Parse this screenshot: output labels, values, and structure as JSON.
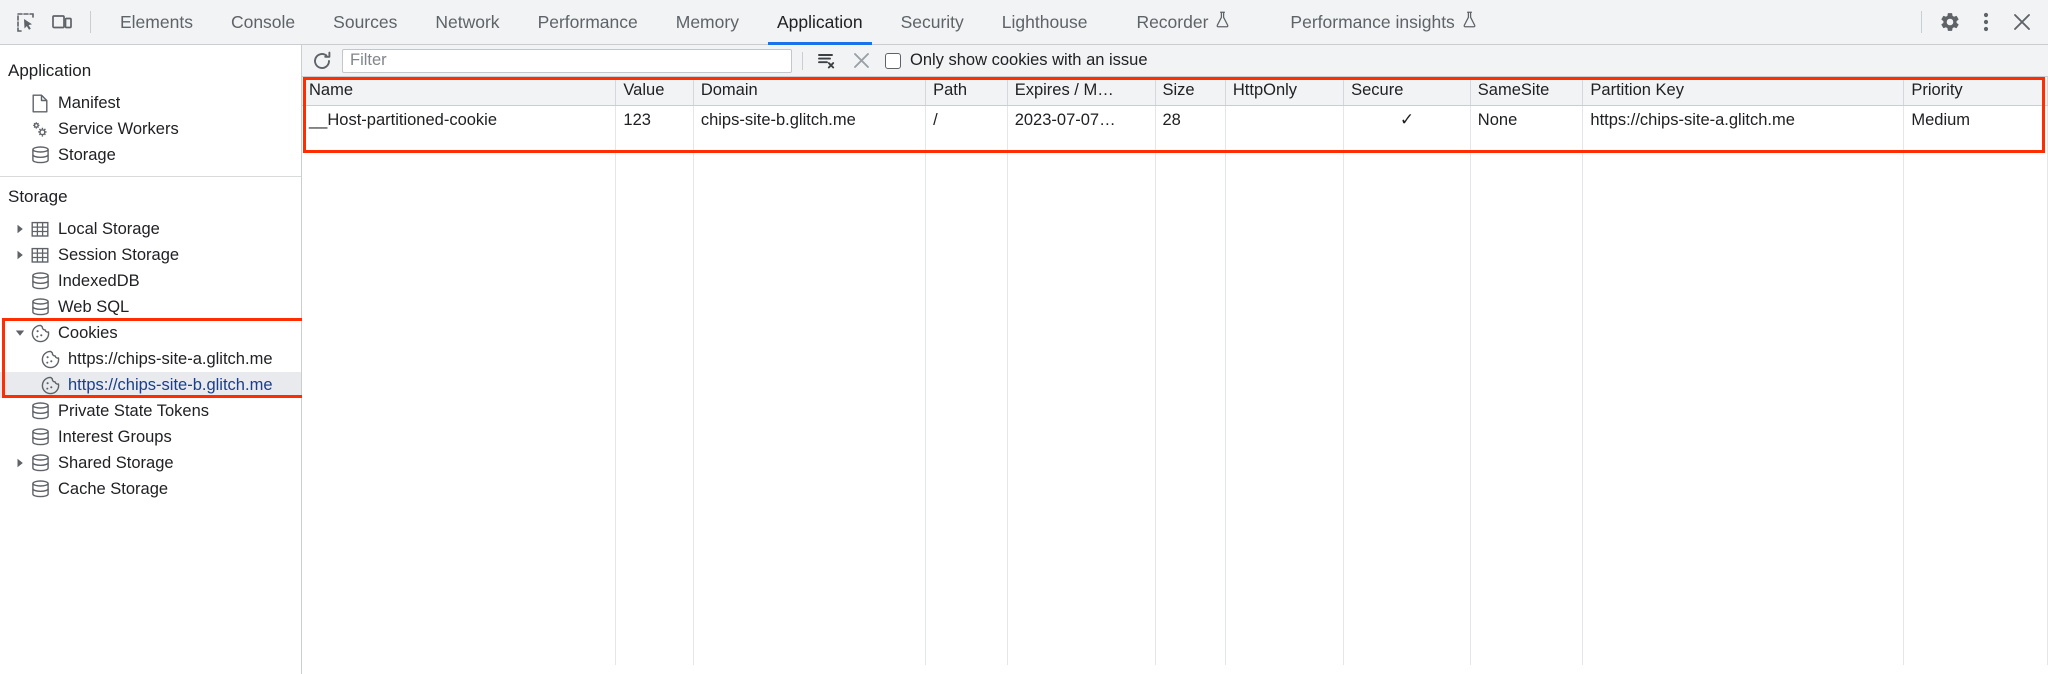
{
  "toolbar": {
    "inspect_icon": "inspect-element-icon",
    "device_icon": "device-toolbar-icon",
    "tabs": [
      {
        "label": "Elements",
        "active": false,
        "experimental": false
      },
      {
        "label": "Console",
        "active": false,
        "experimental": false
      },
      {
        "label": "Sources",
        "active": false,
        "experimental": false
      },
      {
        "label": "Network",
        "active": false,
        "experimental": false
      },
      {
        "label": "Performance",
        "active": false,
        "experimental": false
      },
      {
        "label": "Memory",
        "active": false,
        "experimental": false
      },
      {
        "label": "Application",
        "active": true,
        "experimental": false
      },
      {
        "label": "Security",
        "active": false,
        "experimental": false
      },
      {
        "label": "Lighthouse",
        "active": false,
        "experimental": false
      },
      {
        "label": "Recorder",
        "active": false,
        "experimental": true
      },
      {
        "label": "Performance insights",
        "active": false,
        "experimental": true
      }
    ],
    "settings_icon": "gear-icon",
    "more_icon": "kebab-menu-icon",
    "close_icon": "close-icon"
  },
  "sidebar": {
    "application": {
      "title": "Application",
      "items": [
        {
          "label": "Manifest",
          "icon": "document-icon",
          "arrow": false,
          "selected": false
        },
        {
          "label": "Service Workers",
          "icon": "gears-icon",
          "arrow": false,
          "selected": false
        },
        {
          "label": "Storage",
          "icon": "database-icon",
          "arrow": false,
          "selected": false
        }
      ]
    },
    "storage": {
      "title": "Storage",
      "items": [
        {
          "label": "Local Storage",
          "icon": "table-icon",
          "arrow": "collapsed",
          "selected": false
        },
        {
          "label": "Session Storage",
          "icon": "table-icon",
          "arrow": "collapsed",
          "selected": false
        },
        {
          "label": "IndexedDB",
          "icon": "database-icon",
          "arrow": false,
          "selected": false
        },
        {
          "label": "Web SQL",
          "icon": "database-icon",
          "arrow": false,
          "selected": false
        },
        {
          "label": "Cookies",
          "icon": "cookie-icon",
          "arrow": "expanded",
          "selected": false
        },
        {
          "label": "https://chips-site-a.glitch.me",
          "icon": "cookie-icon",
          "arrow": false,
          "selected": false,
          "child": true
        },
        {
          "label": "https://chips-site-b.glitch.me",
          "icon": "cookie-icon",
          "arrow": false,
          "selected": true,
          "child": true
        },
        {
          "label": "Private State Tokens",
          "icon": "database-icon",
          "arrow": false,
          "selected": false
        },
        {
          "label": "Interest Groups",
          "icon": "database-icon",
          "arrow": false,
          "selected": false
        },
        {
          "label": "Shared Storage",
          "icon": "database-icon",
          "arrow": "collapsed",
          "selected": false
        },
        {
          "label": "Cache Storage",
          "icon": "database-icon",
          "arrow": false,
          "selected": false
        }
      ]
    },
    "highlight_color": "#ff2d00"
  },
  "filter_bar": {
    "refresh_icon": "refresh-icon",
    "filter_placeholder": "Filter",
    "filter_value": "",
    "clear_filter_icon": "clear-filter-icon",
    "clear_icon": "clear-all-icon",
    "issue_checkbox_label": "Only show cookies with an issue",
    "issue_checkbox_checked": false
  },
  "cookie_table": {
    "columns": [
      "Name",
      "Value",
      "Domain",
      "Path",
      "Expires / M…",
      "Size",
      "HttpOnly",
      "Secure",
      "SameSite",
      "Partition Key",
      "Priority"
    ],
    "rows": [
      {
        "Name": "__Host-partitioned-cookie",
        "Value": "123",
        "Domain": "chips-site-b.glitch.me",
        "Path": "/",
        "Expires / M…": "2023-07-07…",
        "Size": "28",
        "HttpOnly": "",
        "Secure": "✓",
        "SameSite": "None",
        "Partition Key": "https://chips-site-a.glitch.me",
        "Priority": "Medium"
      }
    ],
    "highlight_color": "#ff2d00"
  }
}
